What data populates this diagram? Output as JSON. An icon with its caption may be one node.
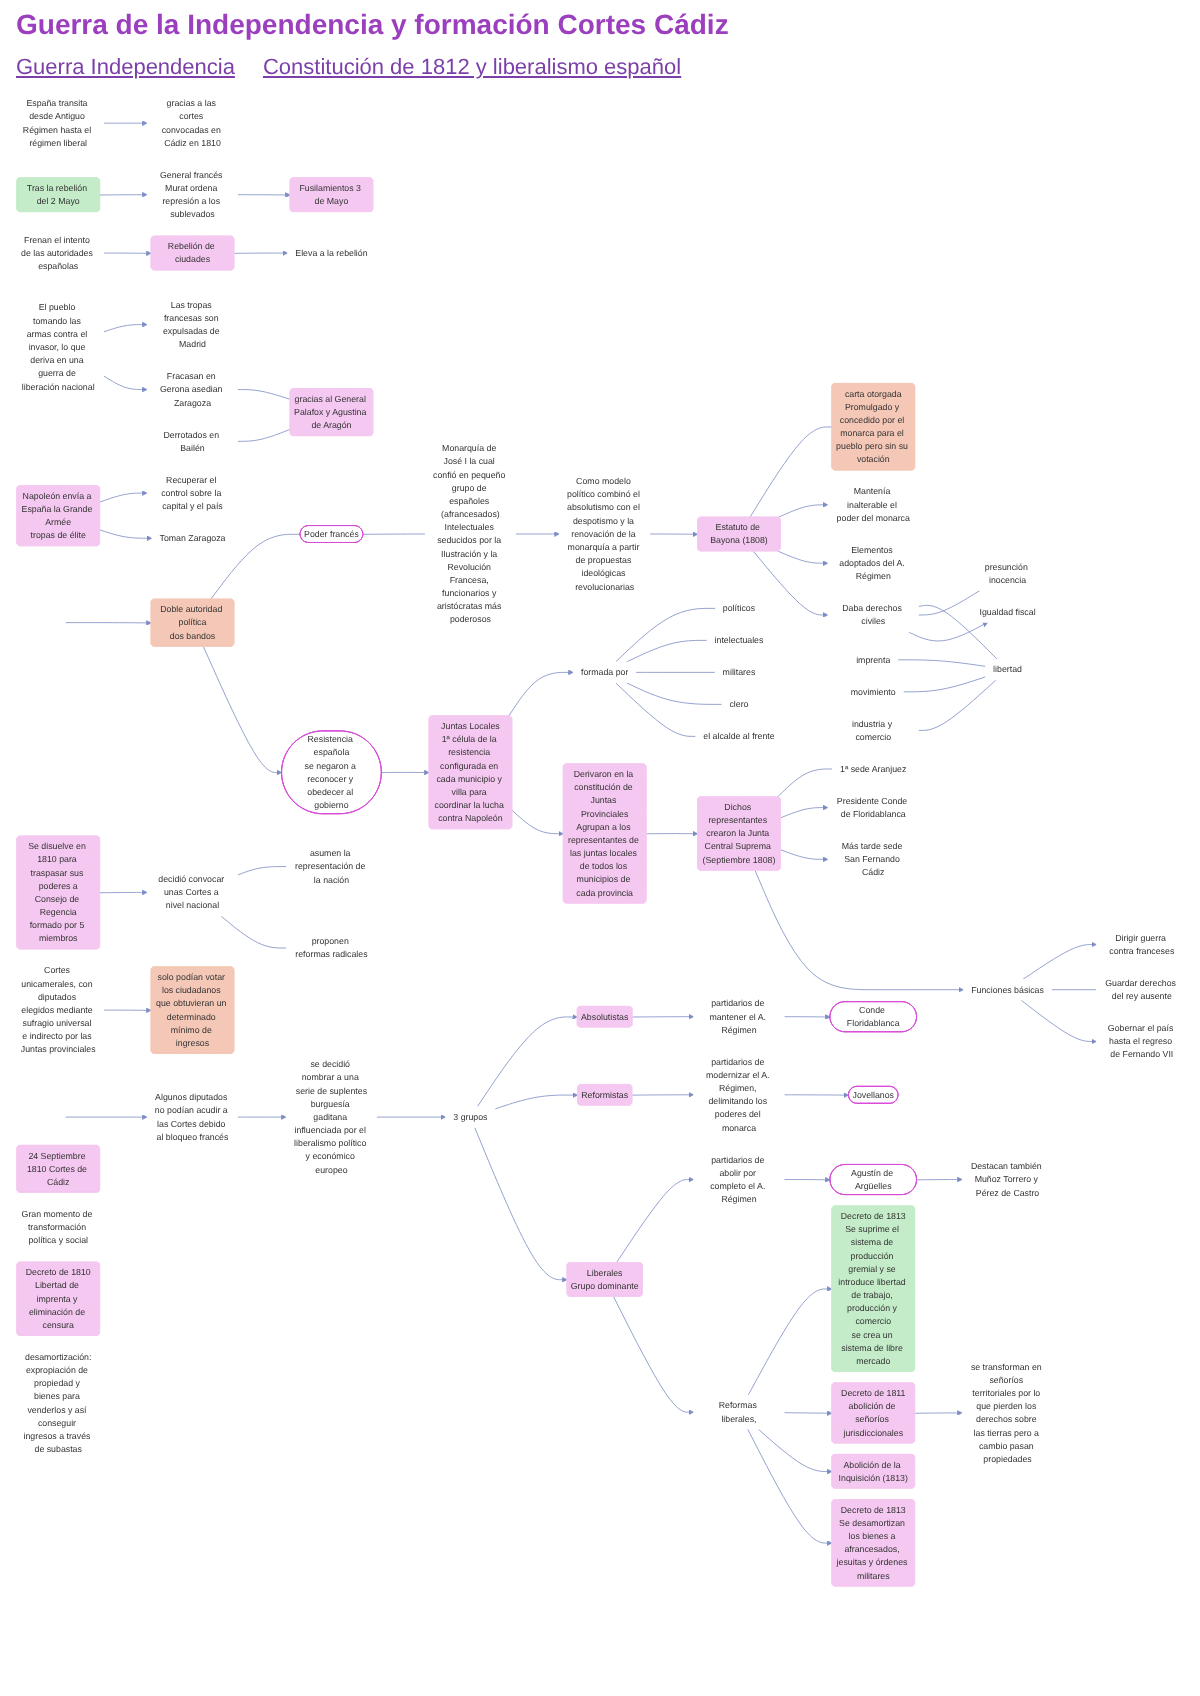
{
  "diagram": {
    "title": "Guerra de la Independencia y formación Cortes Cádiz",
    "nodes": [
      {
        "text": [
          "España transita desde Antiguo Régimen hasta el régimen liberal"
        ]
      },
      {
        "text": [
          "gracias a las cortes convocadas en Cádiz en 1810"
        ]
      },
      {
        "text": [
          "Tras la rebelión del 2 Mayo"
        ]
      },
      {
        "text": [
          "General francés Murat ordena represión a los sublevados"
        ]
      },
      {
        "text": [
          "Fusilamientos 3 de Mayo"
        ]
      },
      {
        "text": [
          "Frenan el intento de las autoridades españolas"
        ]
      },
      {
        "text": [
          "Rebelión de ciudades"
        ]
      },
      {
        "text": [
          "Eleva a la rebelión"
        ]
      },
      {
        "text": [
          "El pueblo tomando las armas contra el invasor, lo que deriva en una guerra de liberación nacional"
        ]
      },
      {
        "text": [
          "Las tropas francesas son expulsadas de Madrid"
        ]
      },
      {
        "text": [
          "Fracasan en Gerona asedian Zaragoza"
        ]
      },
      {
        "text": [
          "Derrotados en Bailén"
        ]
      },
      {
        "text": [
          "gracias al General Palafox y Agustina de Aragón"
        ]
      },
      {
        "text": [
          "Napoleón envía a España la Grande Armée",
          "tropas de élite"
        ]
      },
      {
        "text": [
          "Recuperar el control sobre la capital y el país"
        ]
      },
      {
        "text": [
          "Toman Zaragoza"
        ]
      },
      {
        "text": [
          "Doble autoridad política",
          "dos bandos"
        ]
      },
      {
        "text": [
          "Poder francés"
        ]
      },
      {
        "text": [
          "Resistencia española",
          "se negaron a reconocer y obedecer al gobierno"
        ]
      },
      {
        "text": [
          "Monarquía de José I la cual confió en pequeño grupo de españoles (afrancesados)",
          "Intelectuales seducidos por la Ilustración y la Revolución Francesa, funcionarios y aristócratas más poderosos"
        ]
      },
      {
        "text": [
          "Como modelo político combinó el absolutismo con el despotismo y la renovación de la monarquía a partir de propuestas ideológicas revolucionarias"
        ]
      },
      {
        "text": [
          "Estatuto de Bayona (1808)"
        ]
      },
      {
        "text": [
          "carta otorgada",
          "Promulgado y concedido por el monarca para el pueblo pero sin su votación"
        ]
      },
      {
        "text": [
          "Mantenía inalterable el poder del monarca"
        ]
      },
      {
        "text": [
          "Elementos adoptados del A. Régimen"
        ]
      },
      {
        "text": [
          "Daba derechos civiles"
        ]
      },
      {
        "text": [
          "libertad"
        ]
      },
      {
        "text": [
          "presunción inocencia"
        ]
      },
      {
        "text": [
          "Igualdad fiscal"
        ]
      },
      {
        "text": [
          "imprenta"
        ]
      },
      {
        "text": [
          "movimiento"
        ]
      },
      {
        "text": [
          "industria y comercio"
        ]
      },
      {
        "text": [
          "Juntas Locales",
          "1ª célula de la resistencia configurada en cada municipio y villa para coordinar la lucha contra Napoleón"
        ]
      },
      {
        "text": [
          "formada por"
        ]
      },
      {
        "text": [
          "políticos"
        ]
      },
      {
        "text": [
          "intelectuales"
        ]
      },
      {
        "text": [
          "militares"
        ]
      },
      {
        "text": [
          "clero"
        ]
      },
      {
        "text": [
          "el alcalde al frente"
        ]
      },
      {
        "text": [
          "Derivaron en la constitución de Juntas Provinciales",
          "Agrupan a los representantes de las juntas locales de todos los municipios de cada provincia"
        ]
      },
      {
        "text": [
          "Dichos representantes crearon la Junta Central Suprema (Septiembre 1808)"
        ]
      },
      {
        "text": [
          "1ª sede Aranjuez"
        ]
      },
      {
        "text": [
          "Presidente Conde de Floridablanca"
        ]
      },
      {
        "text": [
          "Más tarde sede San Fernando Cádiz"
        ]
      },
      {
        "text": [
          "Funciones básicas"
        ]
      },
      {
        "text": [
          "Dirigir guerra contra franceses"
        ]
      },
      {
        "text": [
          "Guardar derechos del rey ausente"
        ]
      },
      {
        "text": [
          "Gobernar el país hasta el regreso de Fernando VII"
        ]
      },
      {
        "text": [
          "Se disuelve en 1810 para traspasar sus poderes a",
          "Consejo de Regencia",
          "formado por 5 miembros"
        ]
      },
      {
        "text": [
          "decidió convocar unas Cortes a nivel nacional"
        ]
      },
      {
        "text": [
          "asumen la representación de la nación"
        ]
      },
      {
        "text": [
          "proponen reformas radicales"
        ]
      },
      {
        "text": [
          "Cortes unicamerales, con diputados elegidos mediante sufragio universal e indirecto por las Juntas provinciales"
        ]
      },
      {
        "text": [
          "solo podían votar los ciudadanos que obtuvieran un determinado mínimo de ingresos"
        ]
      },
      {
        "text": [
          "24 Septiembre 1810 Cortes de Cádiz"
        ]
      },
      {
        "text": [
          "Gran momento de transformación política y social"
        ]
      },
      {
        "text": [
          "Algunos diputados no podían acudir a las Cortes debido al bloqueo francés"
        ]
      },
      {
        "text": [
          "se decidió nombrar a una serie de suplentes",
          "burguesía gaditana influenciada por el liberalismo político y económico europeo"
        ]
      },
      {
        "text": [
          "3 grupos"
        ]
      },
      {
        "text": [
          "Absolutistas"
        ]
      },
      {
        "text": [
          "Reformistas"
        ]
      },
      {
        "text": [
          "Liberales",
          "Grupo dominante"
        ]
      },
      {
        "text": [
          "partidarios de mantener el A. Régimen"
        ]
      },
      {
        "text": [
          "partidarios de modernizar el A. Régimen, delimitando los poderes del monarca"
        ]
      },
      {
        "text": [
          "partidarios de abolir por completo el A. Régimen"
        ]
      },
      {
        "text": [
          "Conde Floridablanca"
        ]
      },
      {
        "text": [
          "Jovellanos"
        ]
      },
      {
        "text": [
          "Agustín de Argüelles"
        ]
      },
      {
        "text": [
          "Destacan también Muñoz Torrero y Pérez de Castro"
        ]
      },
      {
        "text": [
          "Reformas liberales,"
        ]
      },
      {
        "text": [
          "Decreto de 1810",
          "Libertad de imprenta y eliminación de censura"
        ]
      },
      {
        "text": [
          "Decreto de 1813",
          "Se suprime el sistema de producción gremial y se introduce libertad de trabajo, producción y comercio",
          "se crea un sistema de libre mercado"
        ]
      },
      {
        "text": [
          "Decreto de 1811",
          "abolición de señoríos jurisdiccionales"
        ]
      },
      {
        "text": [
          "se transforman en señoríos territoriales por lo que pierden los derechos sobre las tierras pero a cambio pasan propiedades"
        ]
      },
      {
        "text": [
          "Abolición de la Inquisición (1813)"
        ]
      },
      {
        "text": [
          "Decreto de 1813",
          "Se desamortizan los bienes a afrancesados, jesuitas y órdenes militares"
        ]
      },
      {
        "text": [
          "desamortización:",
          "expropiación de propiedad y bienes para venderlos y así conseguir ingresos a través de subastas"
        ]
      }
    ],
    "edges": [
      {
        "from": 0,
        "to": 1,
        "arrow": "to"
      },
      {
        "from": 2,
        "to": 3,
        "arrow": "to"
      },
      {
        "from": 3,
        "to": 4,
        "arrow": "to"
      },
      {
        "from": 5,
        "to": 6,
        "arrow": "to"
      },
      {
        "from": 6,
        "to": 7,
        "arrow": "to"
      },
      {
        "from": 8,
        "to": 9,
        "arrow": "to"
      },
      {
        "from": 8,
        "to": 10,
        "arrow": "to"
      },
      {
        "from": 11,
        "to": 12,
        "arrow": "none"
      },
      {
        "from": 10,
        "to": 12,
        "arrow": "none"
      },
      {
        "from": 13,
        "to": 14,
        "arrow": "to"
      },
      {
        "from": 13,
        "to": 15,
        "arrow": "to"
      },
      {
        "from": null,
        "to": 16,
        "arrow": "to"
      },
      {
        "from": 16,
        "to": 17,
        "arrow": "none"
      },
      {
        "from": 16,
        "to": 18,
        "arrow": "to"
      },
      {
        "from": 17,
        "to": 19,
        "arrow": "none"
      },
      {
        "from": 19,
        "to": 20,
        "arrow": "to"
      },
      {
        "from": 20,
        "to": 21,
        "arrow": "to"
      },
      {
        "from": 21,
        "to": 22,
        "arrow": "none"
      },
      {
        "from": 21,
        "to": 23,
        "arrow": "to"
      },
      {
        "from": 21,
        "to": 24,
        "arrow": "to"
      },
      {
        "from": 21,
        "to": 25,
        "arrow": "to"
      },
      {
        "from": 25,
        "to": 26,
        "arrow": "none"
      },
      {
        "from": 25,
        "to": 27,
        "arrow": "none"
      },
      {
        "from": 25,
        "to": 28,
        "arrow": "to"
      },
      {
        "from": 26,
        "to": 29,
        "arrow": "none"
      },
      {
        "from": 26,
        "to": 30,
        "arrow": "none"
      },
      {
        "from": 26,
        "to": 31,
        "arrow": "none"
      },
      {
        "from": 18,
        "to": 32,
        "arrow": "to"
      },
      {
        "from": 32,
        "to": 33,
        "arrow": "to"
      },
      {
        "from": 33,
        "to": 34,
        "arrow": "none"
      },
      {
        "from": 33,
        "to": 35,
        "arrow": "none"
      },
      {
        "from": 33,
        "to": 36,
        "arrow": "none"
      },
      {
        "from": 33,
        "to": 37,
        "arrow": "none"
      },
      {
        "from": 33,
        "to": 38,
        "arrow": "none"
      },
      {
        "from": 32,
        "to": 39,
        "arrow": "to"
      },
      {
        "from": 39,
        "to": 40,
        "arrow": "to"
      },
      {
        "from": 40,
        "to": 41,
        "arrow": "none"
      },
      {
        "from": 40,
        "to": 42,
        "arrow": "to"
      },
      {
        "from": 40,
        "to": 43,
        "arrow": "to"
      },
      {
        "from": 40,
        "to": 44,
        "arrow": "to"
      },
      {
        "from": 44,
        "to": 45,
        "arrow": "to"
      },
      {
        "from": 44,
        "to": 46,
        "arrow": "none"
      },
      {
        "from": 44,
        "to": 47,
        "arrow": "to"
      },
      {
        "from": 48,
        "to": 49,
        "arrow": "to"
      },
      {
        "from": 49,
        "to": 50,
        "arrow": "none"
      },
      {
        "from": 49,
        "to": 51,
        "arrow": "none"
      },
      {
        "from": 52,
        "to": 53,
        "arrow": "to"
      },
      {
        "from": null,
        "to": 56,
        "arrow": "to"
      },
      {
        "from": 56,
        "to": 57,
        "arrow": "to"
      },
      {
        "from": 57,
        "to": 58,
        "arrow": "to"
      },
      {
        "from": 58,
        "to": 59,
        "arrow": "to"
      },
      {
        "from": 58,
        "to": 60,
        "arrow": "to"
      },
      {
        "from": 58,
        "to": 61,
        "arrow": "to"
      },
      {
        "from": 59,
        "to": 62,
        "arrow": "to"
      },
      {
        "from": 60,
        "to": 63,
        "arrow": "to"
      },
      {
        "from": 61,
        "to": 64,
        "arrow": "to"
      },
      {
        "from": 62,
        "to": 65,
        "arrow": "to"
      },
      {
        "from": 63,
        "to": 66,
        "arrow": "to"
      },
      {
        "from": 64,
        "to": 67,
        "arrow": "to"
      },
      {
        "from": 67,
        "to": 68,
        "arrow": "to"
      },
      {
        "from": 61,
        "to": 69,
        "arrow": "to"
      },
      {
        "from": 69,
        "to": 71,
        "arrow": "to"
      },
      {
        "from": 69,
        "to": 72,
        "arrow": "to"
      },
      {
        "from": 69,
        "to": 74,
        "arrow": "to"
      },
      {
        "from": 69,
        "to": 75,
        "arrow": "to"
      },
      {
        "from": 72,
        "to": 73,
        "arrow": "to"
      }
    ],
    "labels": [
      "Guerra Independencia",
      "Constitución de 1812 y liberalismo español"
    ]
  }
}
